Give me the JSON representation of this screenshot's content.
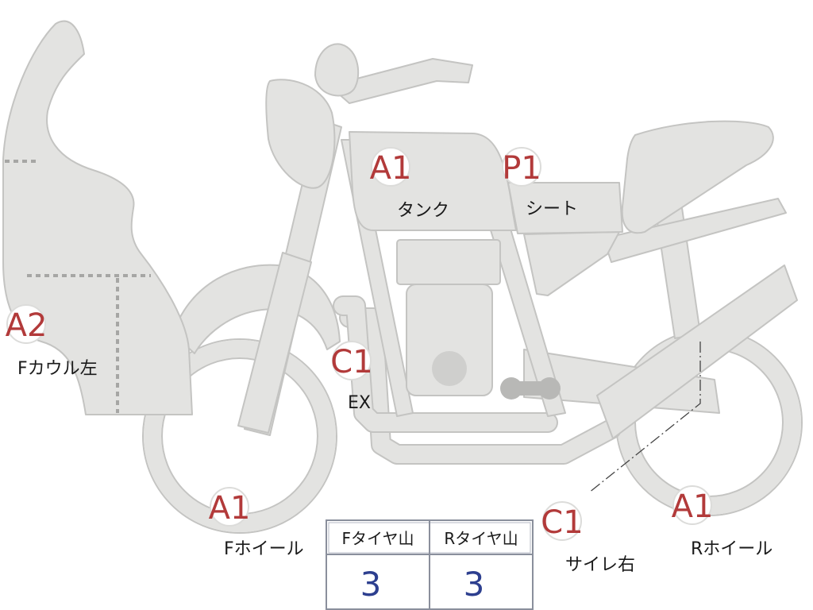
{
  "parts": {
    "cowl_left": {
      "grade": "A2",
      "name": "Fカウル左"
    },
    "tank": {
      "grade": "A1",
      "name": "タンク"
    },
    "seat": {
      "grade": "P1",
      "name": "シート"
    },
    "exhaust": {
      "grade": "C1",
      "name": "EX"
    },
    "front_wheel": {
      "grade": "A1",
      "name": "Fホイール"
    },
    "muffler_right": {
      "grade": "C1",
      "name": "サイレ右"
    },
    "rear_wheel": {
      "grade": "A1",
      "name": "Rホイール"
    }
  },
  "tire_table": {
    "headers": [
      "Fタイヤ山",
      "Rタイヤ山"
    ],
    "values": [
      "3",
      "3"
    ]
  }
}
